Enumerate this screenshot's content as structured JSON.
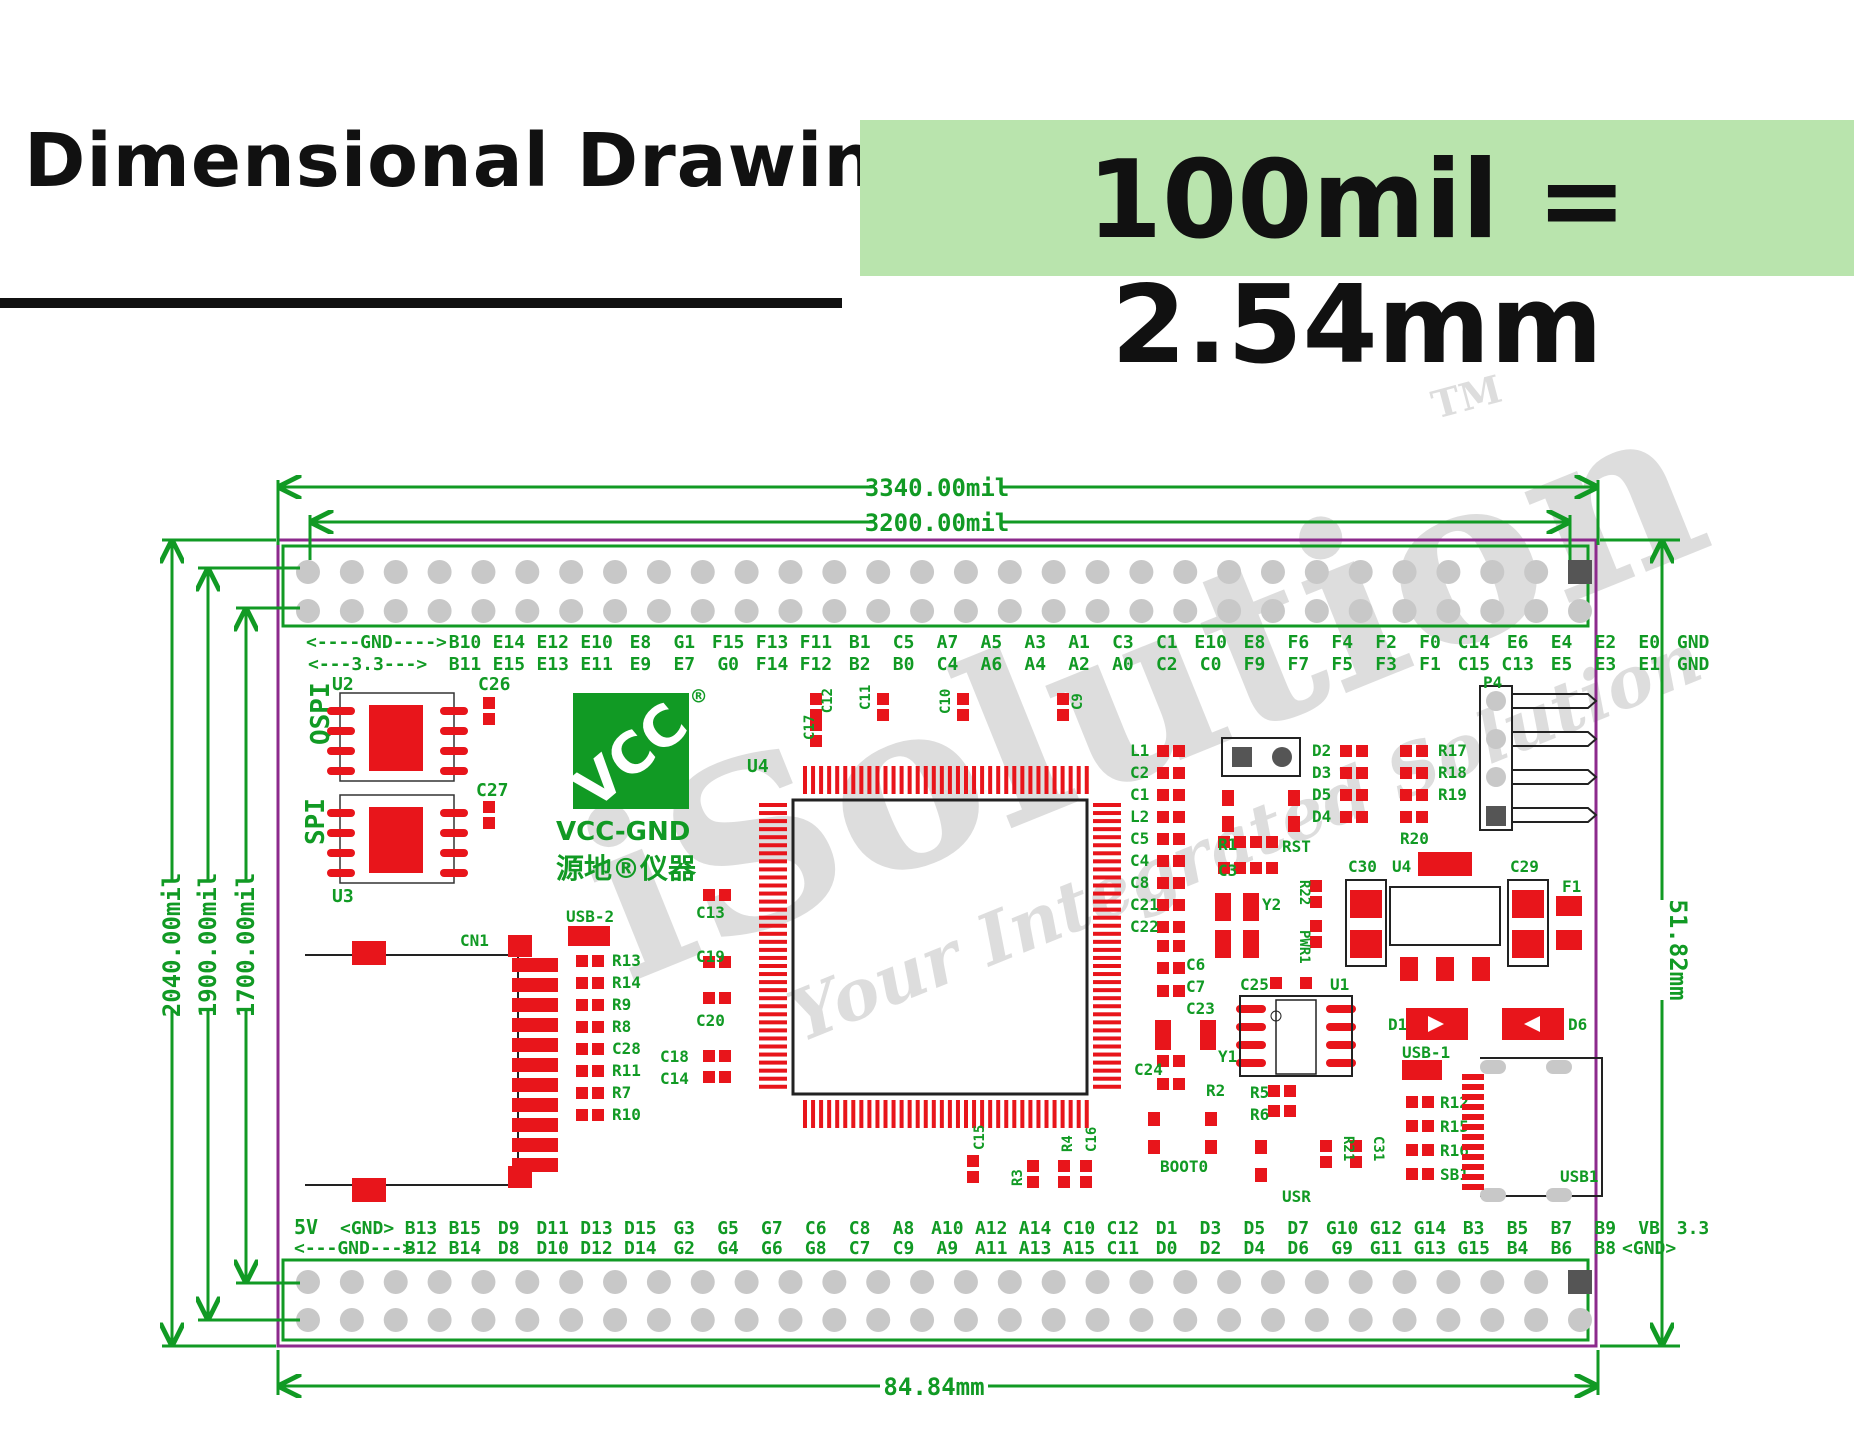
{
  "header": {
    "title": "Dimensional Drawing",
    "scale_note": "100mil = 2.54mm"
  },
  "watermark": {
    "brand": "iSolution",
    "tagline": "Your Integrated Solution",
    "tm": "TM"
  },
  "dimensions": {
    "outer_width": "3340.00mil",
    "pin_span": "3200.00mil",
    "outer_height": "2040.00mil",
    "row_span": "1900.00mil",
    "inner_span": "1700.00mil",
    "height_mm": "51.82mm",
    "width_mm": "84.84mm"
  },
  "logo": {
    "mark": "VCC",
    "name": "VCC-GND",
    "reg": "®",
    "cn": "源地®仪器"
  },
  "top_header": {
    "left_row1": "<----GND---->",
    "left_row2": "<---3.3--->",
    "row1": [
      "B10",
      "E14",
      "E12",
      "E10",
      "E8",
      "G1",
      "F15",
      "F13",
      "F11",
      "B1",
      "C5",
      "A7",
      "A5",
      "A3",
      "A1",
      "C3",
      "C1",
      "E10",
      "E8",
      "F6",
      "F4",
      "F2",
      "F0",
      "C14",
      "E6",
      "E4",
      "E2",
      "E0",
      "GND"
    ],
    "row2": [
      "B11",
      "E15",
      "E13",
      "E11",
      "E9",
      "E7",
      "G0",
      "F14",
      "F12",
      "B2",
      "B0",
      "C4",
      "A6",
      "A4",
      "A2",
      "A0",
      "C2",
      "C0",
      "F9",
      "F7",
      "F5",
      "F3",
      "F1",
      "C15",
      "C13",
      "E5",
      "E3",
      "E1",
      "GND"
    ]
  },
  "bottom_header": {
    "left_row1": [
      "5V",
      "<GND>"
    ],
    "left_row2": "<---GND--->",
    "row1": [
      "B13",
      "B15",
      "D9",
      "D11",
      "D13",
      "D15",
      "G3",
      "G5",
      "G7",
      "C6",
      "C8",
      "A8",
      "A10",
      "A12",
      "A14",
      "C10",
      "C12",
      "D1",
      "D3",
      "D5",
      "D7",
      "G10",
      "G12",
      "G14",
      "B3",
      "B5",
      "B7",
      "B9",
      "VB",
      "3.3"
    ],
    "row2": [
      "B12",
      "B14",
      "D8",
      "D10",
      "D12",
      "D14",
      "G2",
      "G4",
      "G6",
      "G8",
      "C7",
      "C9",
      "A9",
      "A11",
      "A13",
      "A15",
      "C11",
      "D0",
      "D2",
      "D4",
      "D6",
      "G9",
      "G11",
      "G13",
      "G15",
      "B4",
      "B6",
      "B8",
      "<GND>"
    ]
  },
  "components": {
    "u2": "U2",
    "u3": "U3",
    "qspi": "QSPI",
    "spi": "SPI",
    "c26": "C26",
    "c27": "C27",
    "u4_left": "U4",
    "u4_right": "U4",
    "cn1": "CN1",
    "usb2": "USB-2",
    "usb1_label": "USB-1",
    "usb1": "USB1",
    "c11": "C11",
    "c10": "C10",
    "c9": "C9",
    "c12": "C12",
    "c17": "C17",
    "c13": "C13",
    "c19": "C19",
    "c20": "C20",
    "c18": "C18",
    "c14": "C14",
    "rlist_left": [
      "R13",
      "R14",
      "R9",
      "R8",
      "C28",
      "R11",
      "R7",
      "R10"
    ],
    "clist_mid": [
      "L1",
      "C2",
      "C1",
      "L2",
      "C5",
      "C4",
      "C8",
      "C21",
      "C22"
    ],
    "dlist": [
      "D2",
      "D3",
      "D5",
      "D4"
    ],
    "rlist_right": [
      "R17",
      "R18",
      "R19",
      "R20"
    ],
    "p4": "P4",
    "r1": "R1",
    "c3": "C3",
    "rst": "RST",
    "y2": "Y2",
    "r22": "R22",
    "pwr1": "PWR1",
    "c30": "C30",
    "c29": "C29",
    "f1": "F1",
    "u4_reg": "U4",
    "c6": "C6",
    "c7": "C7",
    "c23": "C23",
    "c25": "C25",
    "u1": "U1",
    "d1": "D1",
    "d6": "D6",
    "c24": "C24",
    "y1": "Y1",
    "r2": "R2",
    "r5": "R5",
    "r6": "R6",
    "r21": "R21",
    "c31": "C31",
    "boot0": "BOOT0",
    "usr": "USR",
    "rlist_usb": [
      "R12",
      "R15",
      "R16",
      "SB1"
    ],
    "c15": "C15",
    "r3": "R3",
    "r4": "R4",
    "c16": "C16"
  },
  "colors": {
    "dimension": "#119a24",
    "board_outline": "#8c2a8c",
    "pad": "#e8151b",
    "hole": "#c8c8c8",
    "scale_box": "#b9e4ad"
  }
}
